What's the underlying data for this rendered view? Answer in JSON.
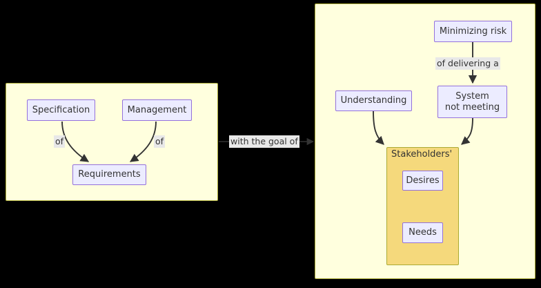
{
  "diagram": {
    "type": "flowchart",
    "background_color": "#000000",
    "panel_fill": "#ffffde",
    "panel_border": "#aaaa33",
    "node_fill": "#ececff",
    "node_border": "#9370db",
    "group_fill": "#f5d97c",
    "edge_color": "#333333",
    "edge_label_bg": "#e8e8e8",
    "text_color": "#333333"
  },
  "left_panel": {
    "name": "requirements-panel",
    "nodes": [
      {
        "id": "specification",
        "label": "Specification"
      },
      {
        "id": "management",
        "label": "Management"
      },
      {
        "id": "requirements",
        "label": "Requirements"
      }
    ],
    "edges": [
      {
        "from": "specification",
        "to": "requirements",
        "label": "of"
      },
      {
        "from": "management",
        "to": "requirements",
        "label": "of"
      }
    ]
  },
  "connector": {
    "name": "panel-connector",
    "label": "with the goal of",
    "from": "requirements-panel",
    "to": "goal-panel"
  },
  "right_panel": {
    "name": "goal-panel",
    "nodes": [
      {
        "id": "minimizing-risk",
        "label": "Minimizing risk"
      },
      {
        "id": "understanding",
        "label": "Understanding"
      },
      {
        "id": "system-not-meeting",
        "label": "System\nnot meeting"
      }
    ],
    "edges": [
      {
        "from": "minimizing-risk",
        "to": "system-not-meeting",
        "label": "of delivering a"
      },
      {
        "from": "understanding",
        "to": "stakeholders",
        "label": ""
      },
      {
        "from": "system-not-meeting",
        "to": "stakeholders",
        "label": ""
      }
    ],
    "group": {
      "id": "stakeholders",
      "label": "Stakeholders'",
      "nodes": [
        {
          "id": "desires",
          "label": "Desires"
        },
        {
          "id": "needs",
          "label": "Needs"
        }
      ]
    }
  }
}
